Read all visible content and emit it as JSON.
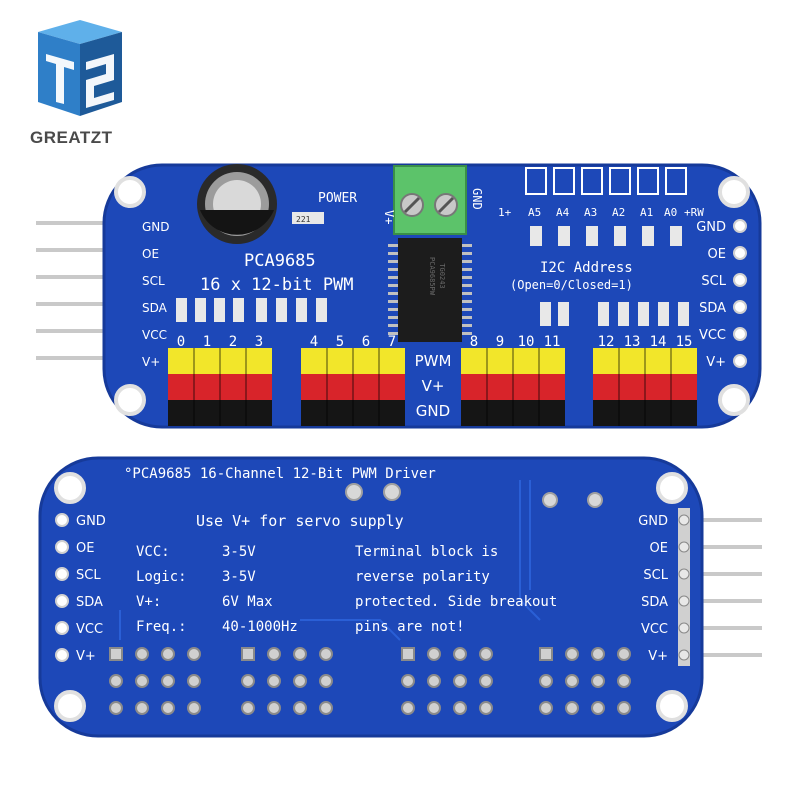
{
  "brand": {
    "name": "GREATZT",
    "logo_icon": "cube-logo-icon",
    "colors": {
      "logo_blue": "#2f7fc8",
      "logo_light": "#5fb0ea",
      "logo_dark": "#1e5a99"
    }
  },
  "colors": {
    "pcb_blue": "#1d48b8",
    "pcb_edge": "#163a9a",
    "header_yellow": "#f2e62a",
    "header_red": "#d8242a",
    "header_black": "#151515",
    "terminal_green": "#5cc36a"
  },
  "top_board": {
    "chip_name": "PCA9685",
    "subtitle": "16 x 12-bit PWM",
    "power_label": "POWER",
    "terminal_vplus": "V+",
    "terminal_gnd": "GND",
    "resistor_code": "221",
    "address_labels": [
      "1+",
      "A5",
      "A4",
      "A3",
      "A2",
      "A1",
      "A0",
      "+RW"
    ],
    "i2c_title": "I2C Address",
    "i2c_note": "(Open=0/Closed=1)",
    "left_pins": [
      "GND",
      "OE",
      "SCL",
      "SDA",
      "VCC",
      "V+"
    ],
    "right_pins": [
      "GND",
      "OE",
      "SCL",
      "SDA",
      "VCC",
      "V+"
    ],
    "channel_numbers": [
      "0",
      "1",
      "2",
      "3",
      "4",
      "5",
      "6",
      "7",
      "8",
      "9",
      "10",
      "11",
      "12",
      "13",
      "14",
      "15"
    ],
    "row_labels": [
      "PWM",
      "V+",
      "GND"
    ],
    "chip_marking": [
      "PCA9685PW",
      "TG0243"
    ]
  },
  "bottom_board": {
    "title": "°PCA9685 16-Channel 12-Bit PWM Driver",
    "servo_note": "Use V+ for servo supply",
    "specs": [
      {
        "label": "VCC:",
        "value": "3-5V"
      },
      {
        "label": "Logic:",
        "value": "3-5V"
      },
      {
        "label": "V+:",
        "value": "6V Max"
      },
      {
        "label": "Freq.:",
        "value": "40-1000Hz"
      }
    ],
    "warning_lines": [
      "Terminal block is",
      "reverse polarity",
      "protected. Side breakout",
      "pins are not!"
    ],
    "left_pins": [
      "GND",
      "OE",
      "SCL",
      "SDA",
      "VCC",
      "V+"
    ],
    "right_pins": [
      "GND",
      "OE",
      "SCL",
      "SDA",
      "VCC",
      "V+"
    ]
  }
}
